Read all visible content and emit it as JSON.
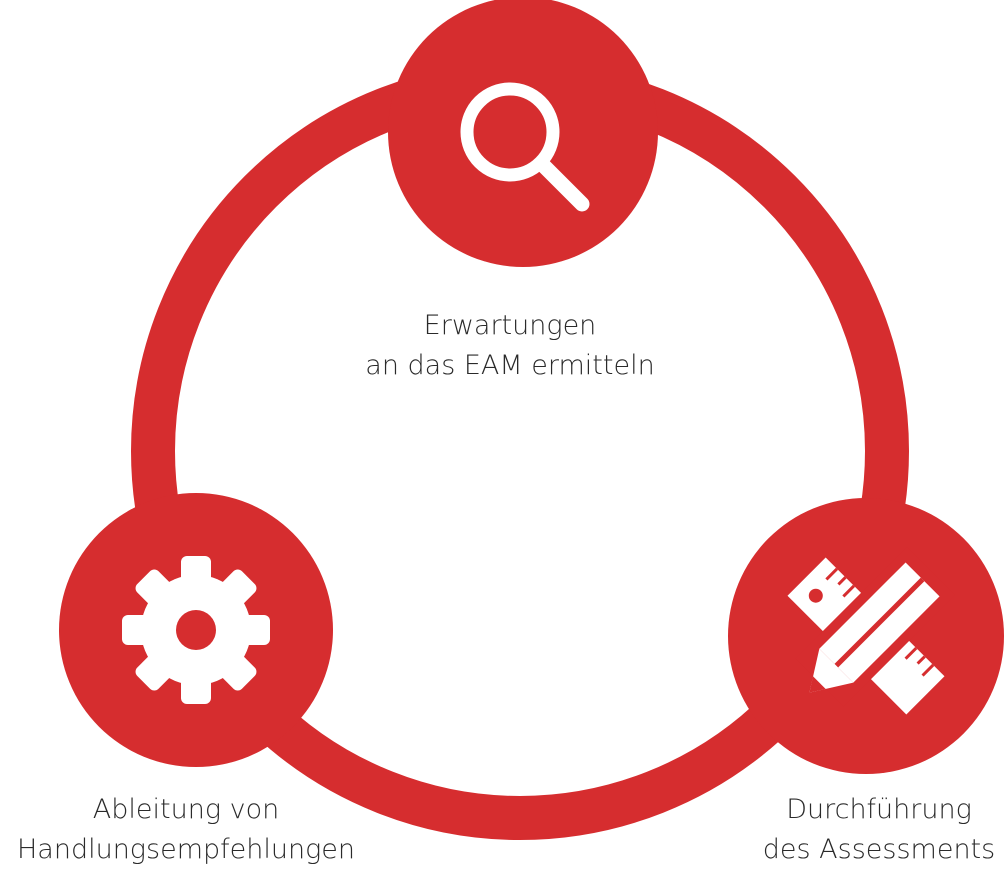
{
  "colors": {
    "accent": "#d62d2f",
    "icon": "#ffffff",
    "text": "#2a2a2a",
    "background": "#ffffff"
  },
  "steps": [
    {
      "icon": "magnifier-icon",
      "line1": "Erwartungen",
      "line2": "an das EAM ermitteln"
    },
    {
      "icon": "ruler-pencil-icon",
      "line1": "Durchführung",
      "line2": "des Assessments"
    },
    {
      "icon": "gear-icon",
      "line1": "Ableitung von",
      "line2": "Handlungsempfehlungen"
    }
  ]
}
